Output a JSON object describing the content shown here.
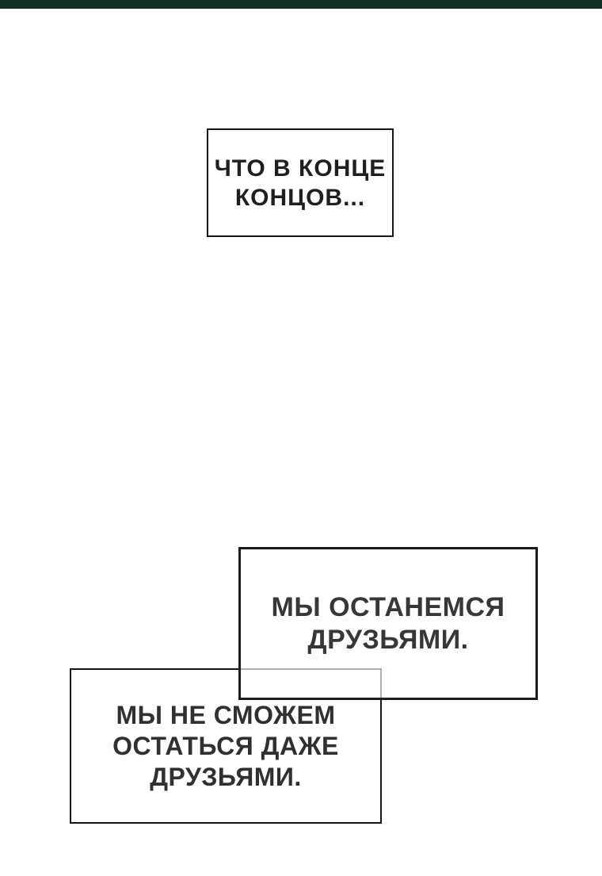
{
  "page": {
    "kind": "comic-panel",
    "background_color": "#ffffff"
  },
  "top_gutter": {
    "color": "#112e28"
  },
  "colors": {
    "box_border_black": "#161616",
    "box_border_heavy": "#1c1c1c",
    "overlapped_border_gray": "#aeaeae",
    "text_dark": "#1f1f1f",
    "text_charcoal": "#373737"
  },
  "bubbles": [
    {
      "id": "what-in-the-end",
      "lines": [
        "ЧТО В КОНЦЕ",
        "КОНЦОВ..."
      ]
    },
    {
      "id": "well-stay-friends",
      "lines": [
        "МЫ ОСТАНЕМСЯ",
        "ДРУЗЬЯМИ."
      ]
    },
    {
      "id": "cant-stay-even-friends",
      "lines": [
        "МЫ НЕ СМОЖЕМ",
        "ОСТАТЬСЯ ДАЖЕ",
        "ДРУЗЬЯМИ."
      ]
    }
  ]
}
